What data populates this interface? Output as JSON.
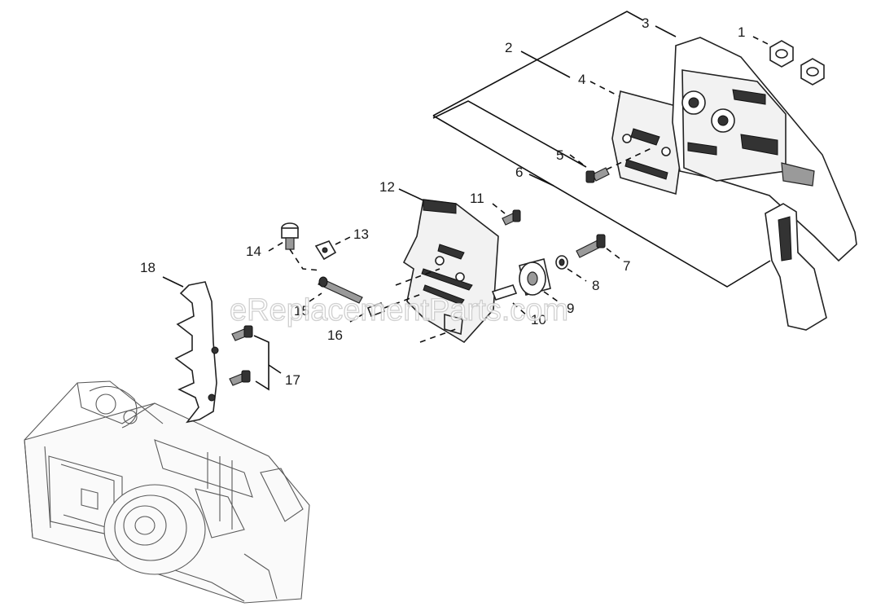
{
  "watermark": "eReplacementParts.com",
  "callouts": [
    {
      "id": "1",
      "text": "1"
    },
    {
      "id": "2",
      "text": "2"
    },
    {
      "id": "3",
      "text": "3"
    },
    {
      "id": "4",
      "text": "4"
    },
    {
      "id": "5",
      "text": "5"
    },
    {
      "id": "6",
      "text": "6"
    },
    {
      "id": "7",
      "text": "7"
    },
    {
      "id": "8",
      "text": "8"
    },
    {
      "id": "9",
      "text": "9"
    },
    {
      "id": "10",
      "text": "10"
    },
    {
      "id": "11",
      "text": "11"
    },
    {
      "id": "12",
      "text": "12"
    },
    {
      "id": "13",
      "text": "13"
    },
    {
      "id": "14",
      "text": "14"
    },
    {
      "id": "15",
      "text": "15"
    },
    {
      "id": "16",
      "text": "16"
    },
    {
      "id": "17",
      "text": "17"
    },
    {
      "id": "18",
      "text": "18"
    }
  ]
}
